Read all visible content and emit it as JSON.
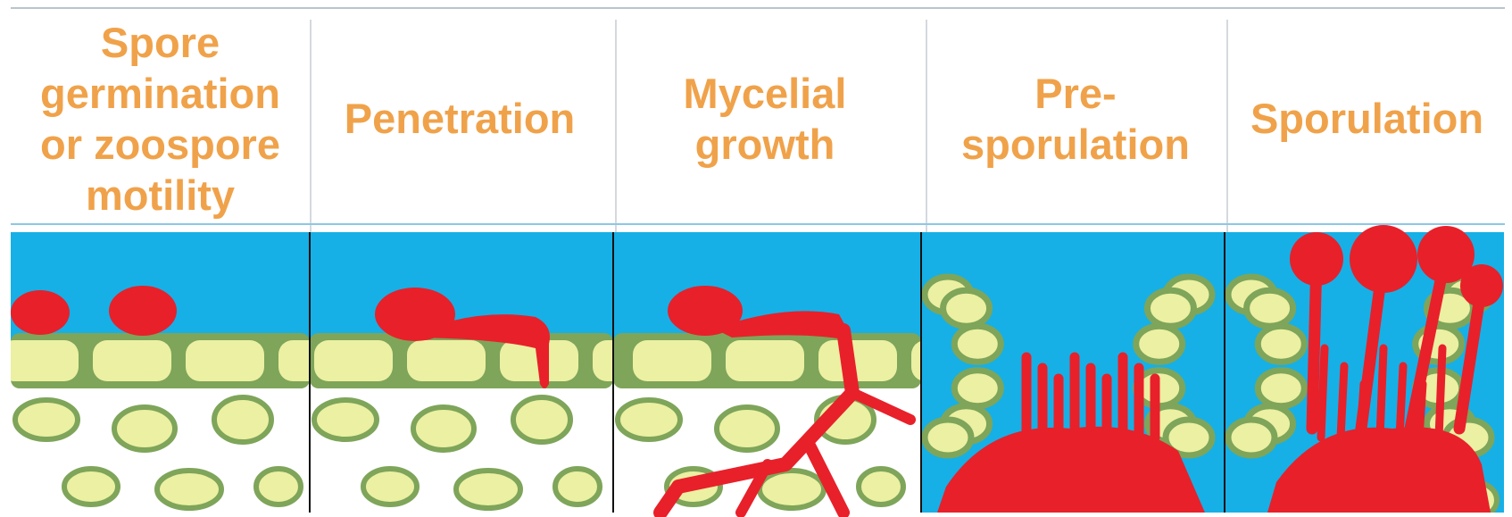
{
  "stages": [
    {
      "label": "Spore\ngermination\nor zoospore\nmotility"
    },
    {
      "label": "Penetration"
    },
    {
      "label": "Mycelial\ngrowth"
    },
    {
      "label": "Pre-\nsporulation"
    },
    {
      "label": "Sporulation"
    }
  ],
  "colors": {
    "title_text": "#f0a24a",
    "water": "#16b0e6",
    "leaf_tissue": "#ffffff",
    "cell_fill": "#ecf0a2",
    "cell_wall": "#7ea55a",
    "pathogen": "#e8202a",
    "panel_divider": "#111111"
  }
}
